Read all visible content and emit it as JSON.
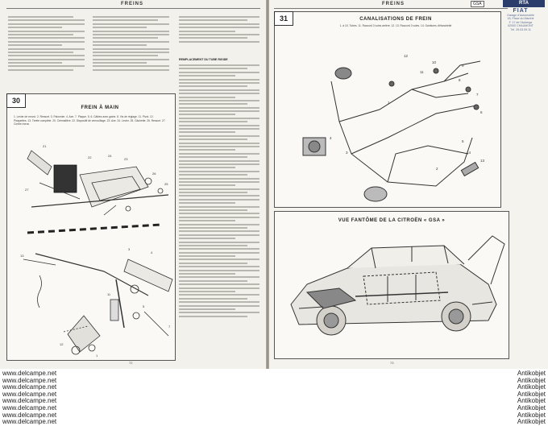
{
  "document": {
    "left_page": {
      "running_head": "FREINS",
      "section": {
        "number": "30",
        "title": "FREIN À MAIN",
        "caption": "1. Levier de renvoi. 2. Ressort. 3. Palonnier. 4. Axe. 7. Plaque. 5. 6. Câbles avec gaine. 8. Vis de réglage. 11. Pivot. 12. Plaquettes. 13. Tirette complète. 20. Crémaillère. 22. Dispositif de verrouillage. 23. Axe. 24. Levier. 25. Gâchette. 26. Ressort. 27. Contre-écrou"
      },
      "column_heading": "REMPLACEMENT DU TUBE RIGIDE",
      "page_number": "72"
    },
    "right_page": {
      "running_head": "FREINS",
      "header_tag": "GSA",
      "stamp": {
        "badge": "RTA",
        "brand": "FIAT",
        "lines": [
          "Garage d'Automobile",
          "18, Place du Marché",
          "F. 17 de l'Auberge",
          "52000 CHAUMONT",
          "Tél. 25.03.09.11"
        ]
      },
      "section": {
        "number": "31",
        "title": "CANALISATIONS DE FREIN",
        "caption": "1. à 10. Tubes. 11. Raccord 3 voies arrière. 12. 13. Raccord 3 voies. 14. Ganitures d'étanchéité"
      },
      "figure": {
        "title": "VUE FANTÔME DE LA CITROËN « GSA »"
      },
      "page_number": "73"
    }
  },
  "watermark": {
    "left_text": "www.delcampe.net",
    "right_text": "Antikobjet"
  },
  "colors": {
    "paper": "#f3f1ec",
    "ink": "#222222",
    "stamp_blue": "#3a4f7a"
  }
}
